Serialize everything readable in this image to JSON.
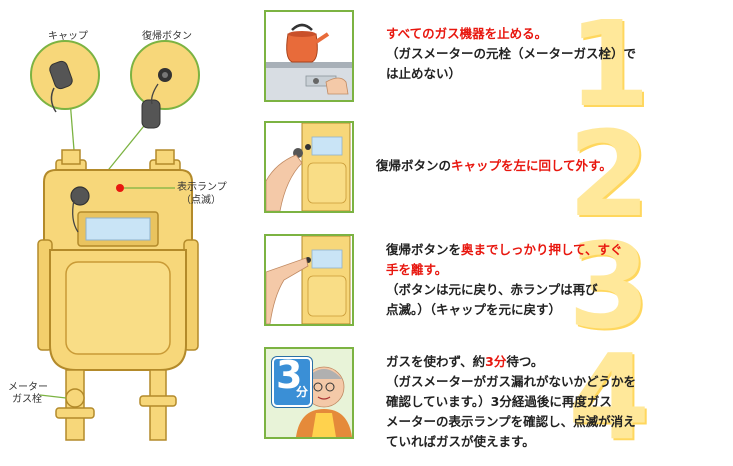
{
  "labels": {
    "cap": "キャップ",
    "reset_button": "復帰ボタン",
    "lamp": "表示ランプ",
    "lamp_sub": "（点滅）",
    "valve_line1": "メーター",
    "valve_line2": "ガス栓"
  },
  "steps": [
    {
      "number": "1",
      "lines": [
        [
          {
            "t": "すべてのガス機器を止める。",
            "red": true
          }
        ],
        [
          {
            "t": "（ガスメーターの元栓（メーターガス栓）で",
            "red": false
          }
        ],
        [
          {
            "t": "は止めない）",
            "red": false
          }
        ]
      ]
    },
    {
      "number": "2",
      "lines": [
        [
          {
            "t": "復帰ボタンの",
            "red": false
          },
          {
            "t": "キャップを左に回して外す。",
            "red": true
          }
        ]
      ]
    },
    {
      "number": "3",
      "lines": [
        [
          {
            "t": "復帰ボタンを",
            "red": false
          },
          {
            "t": "奥までしっかり押して、すぐ",
            "red": true
          }
        ],
        [
          {
            "t": "手を離す。",
            "red": true
          }
        ],
        [
          {
            "t": "（ボタンは元に戻り、赤ランプは再び",
            "red": false
          }
        ],
        [
          {
            "t": "点滅。）（キャップを元に戻す）",
            "red": false
          }
        ]
      ]
    },
    {
      "number": "4",
      "lines": [
        [
          {
            "t": "ガスを使わず、約",
            "red": false
          },
          {
            "t": "3分",
            "red": true
          },
          {
            "t": "待つ。",
            "red": false
          }
        ],
        [
          {
            "t": "（ガスメーターがガス漏れがないかどうかを",
            "red": false
          }
        ],
        [
          {
            "t": "確認しています。）3分経過後に再度ガス",
            "red": false
          }
        ],
        [
          {
            "t": "メーターの表示ランプを確認し、点滅が消え",
            "red": false
          }
        ],
        [
          {
            "t": "ていればガスが使えます。",
            "red": false
          }
        ]
      ]
    }
  ],
  "timer": {
    "digit": "3",
    "unit": "分"
  },
  "colors": {
    "meter": "#f7d77a",
    "meter_stroke": "#b38a2a",
    "frame": "#7cb342",
    "accent_red": "#e8170f",
    "number": "#ffe89a"
  }
}
